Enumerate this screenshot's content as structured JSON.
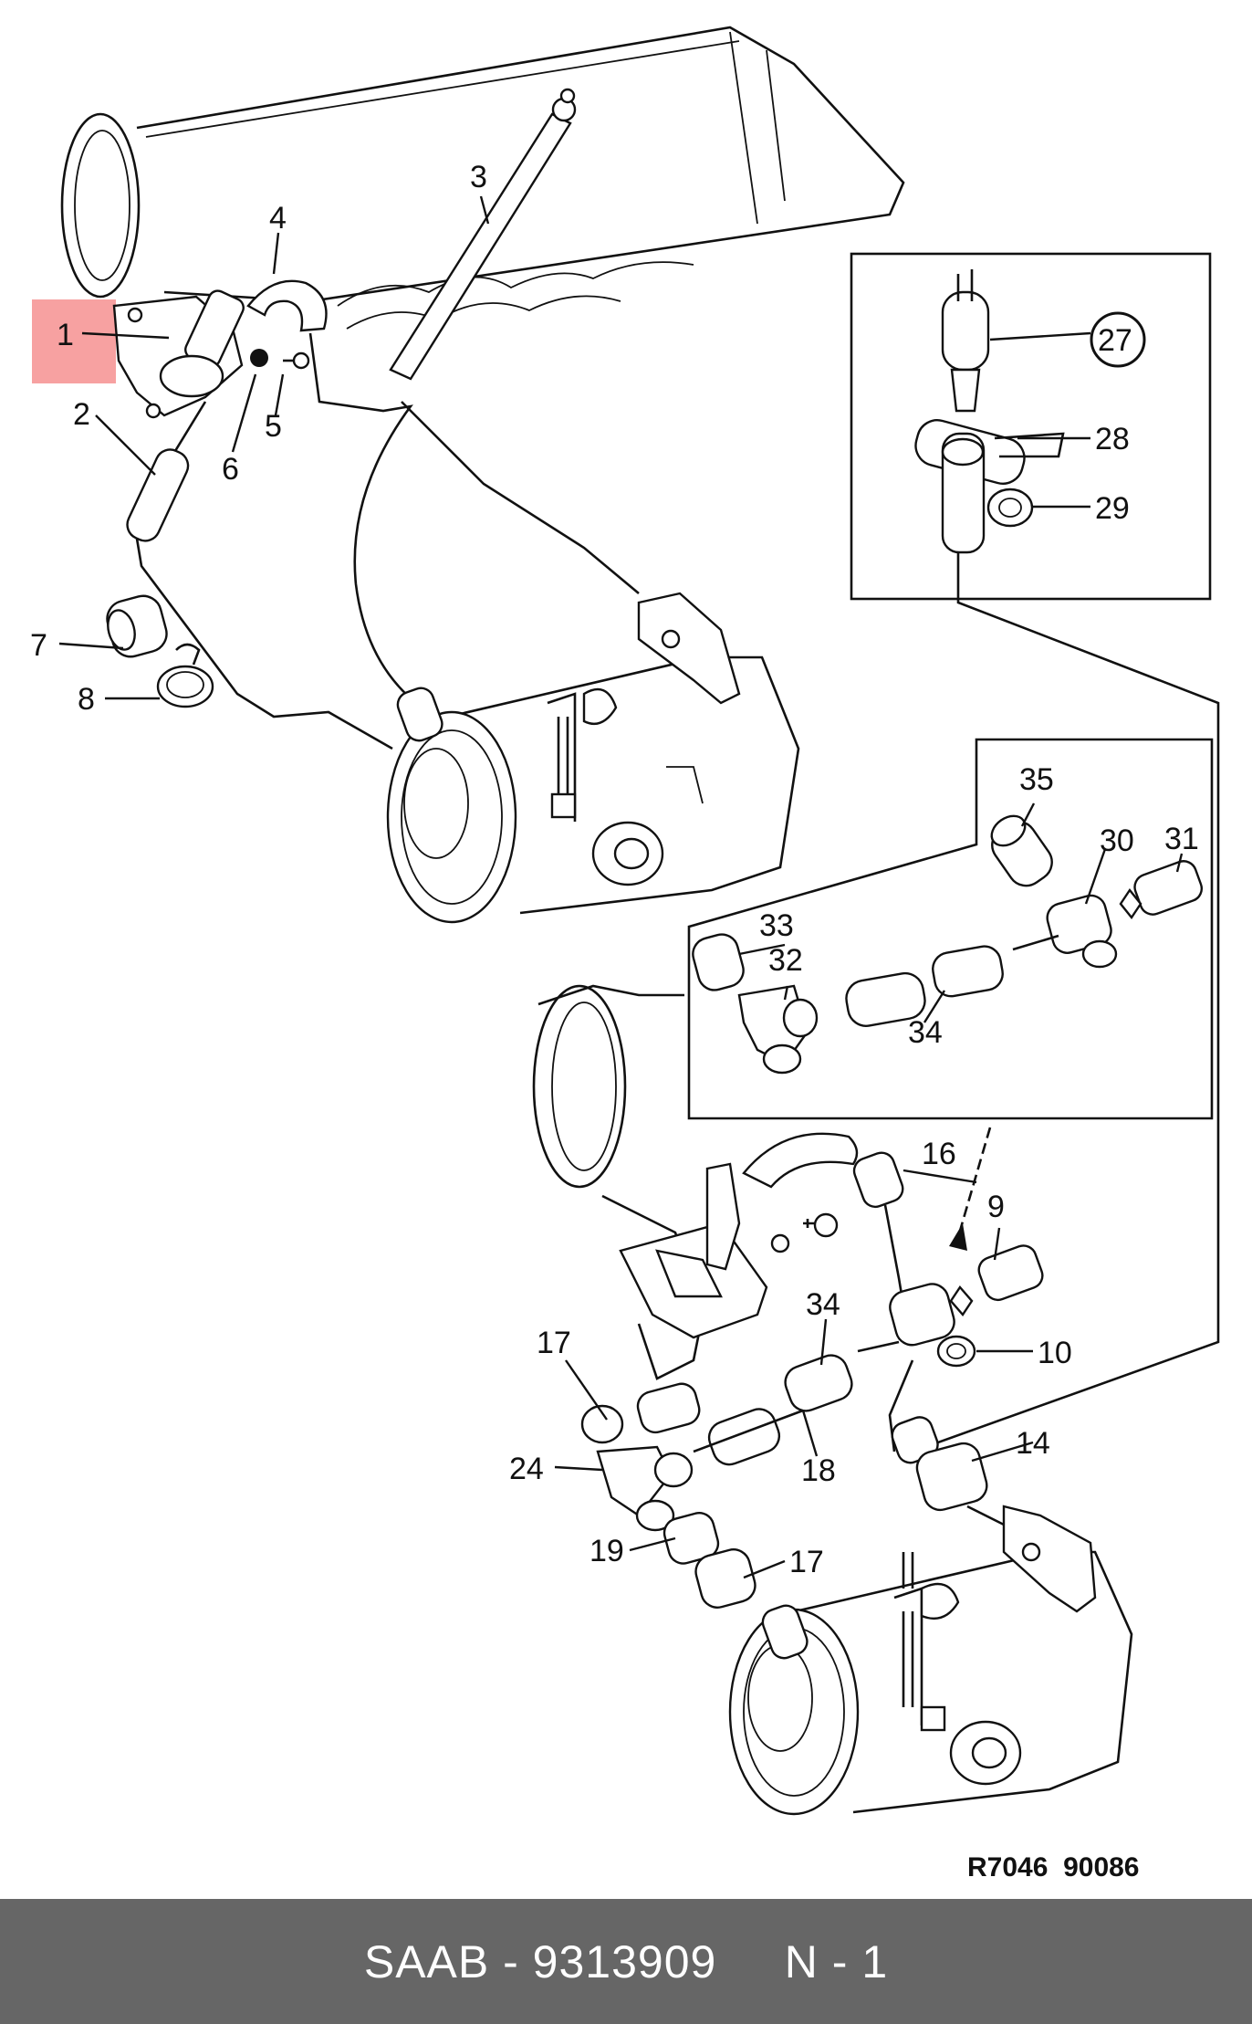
{
  "diagram": {
    "reference_code": "R7046  90086",
    "highlight_color": "#f7a1a1",
    "callouts": {
      "c1": "1",
      "c2": "2",
      "c3": "3",
      "c4": "4",
      "c5": "5",
      "c6": "6",
      "c7": "7",
      "c8": "8",
      "c9": "9",
      "c10": "10",
      "c14": "14",
      "c16": "16",
      "c17a": "17",
      "c17b": "17",
      "c18": "18",
      "c19": "19",
      "c24": "24",
      "c27": "27",
      "c28": "28",
      "c29": "29",
      "c30": "30",
      "c31": "31",
      "c32": "32",
      "c33": "33",
      "c34a": "34",
      "c34b": "34",
      "c35": "35"
    }
  },
  "footer": {
    "text": "SAAB - 9313909     N - 1",
    "background_color": "#666666"
  }
}
